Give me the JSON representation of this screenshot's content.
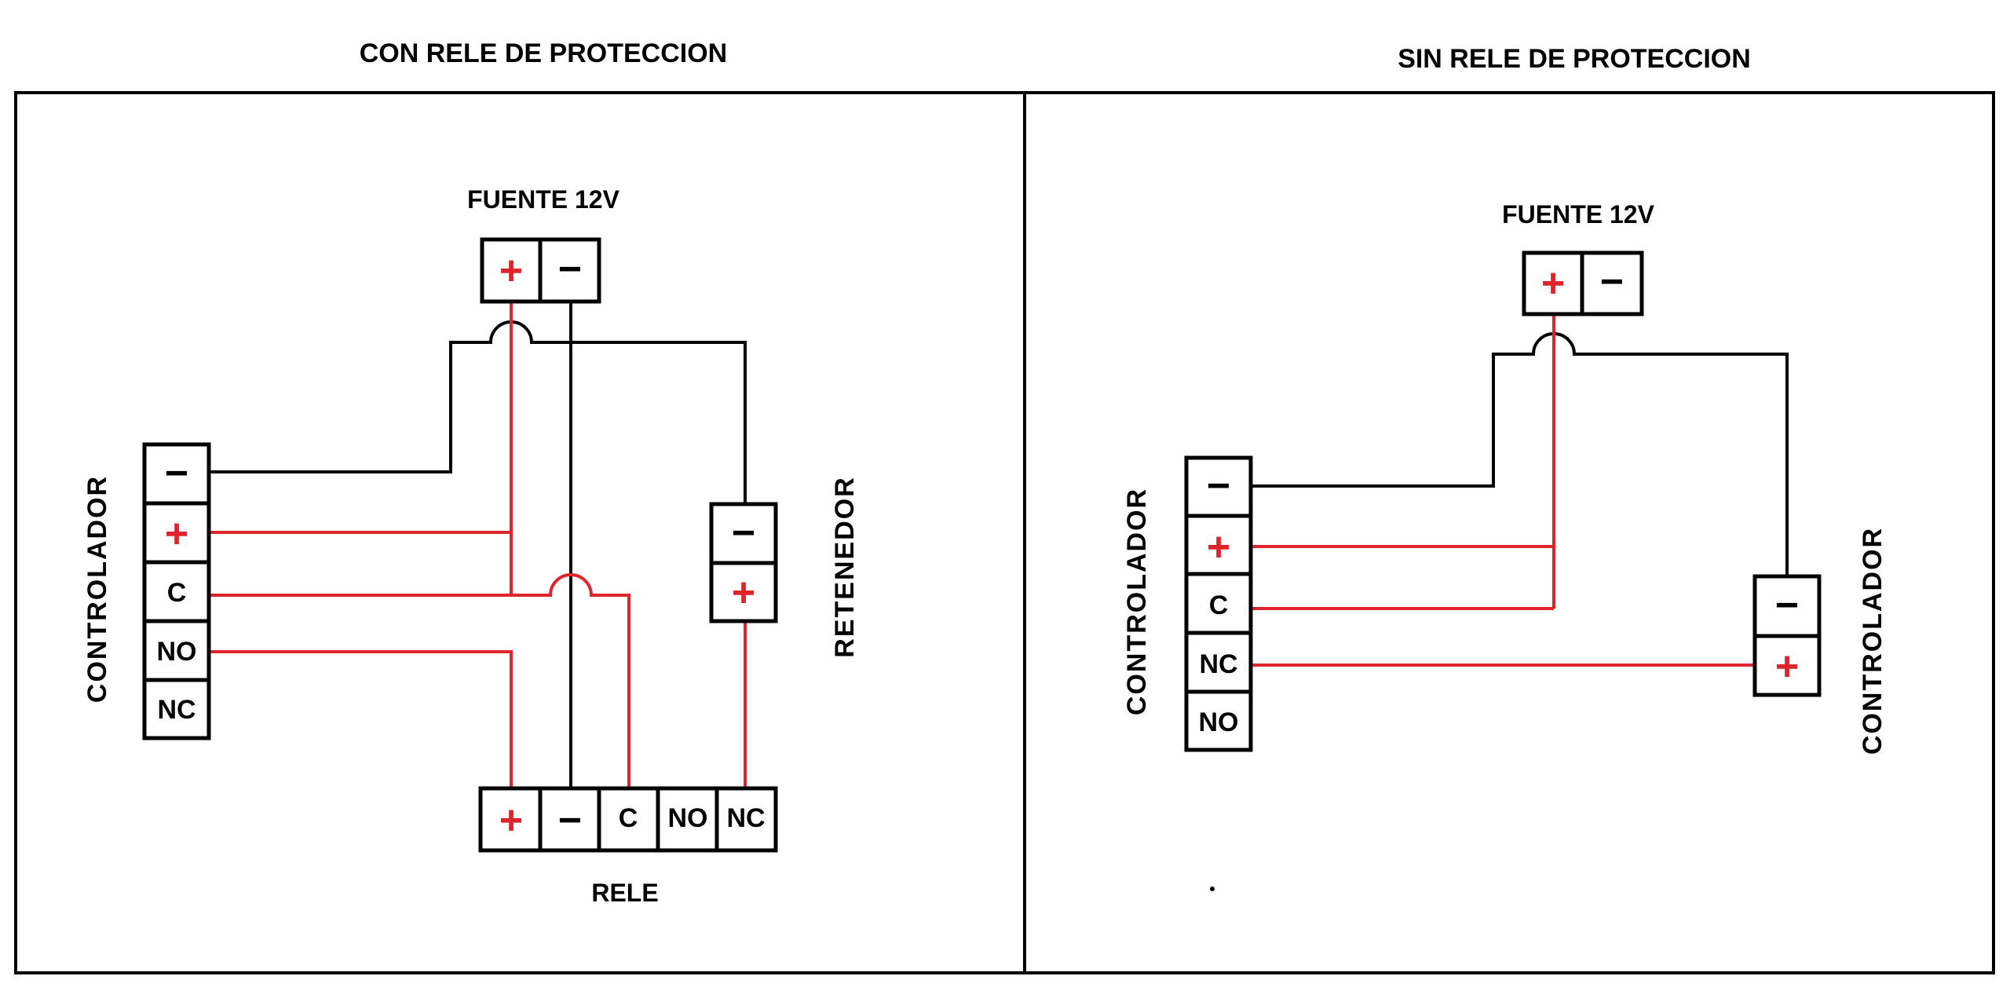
{
  "colors": {
    "positive": "#e0242c",
    "negative": "#000000",
    "background": "#ffffff"
  },
  "panels": [
    {
      "title": "CON RELE DE PROTECCION",
      "supply": {
        "label": "FUENTE 12V",
        "terminals": [
          "+",
          "−"
        ]
      },
      "controller": {
        "label": "CONTROLADOR",
        "terminals": [
          "−",
          "+",
          "C",
          "NO",
          "NC"
        ]
      },
      "retainer": {
        "label": "RETENEDOR",
        "terminals": [
          "−",
          "+"
        ]
      },
      "relay": {
        "label": "RELE",
        "terminals": [
          "+",
          "−",
          "C",
          "NO",
          "NC"
        ]
      }
    },
    {
      "title": "SIN RELE DE PROTECCION",
      "supply": {
        "label": "FUENTE 12V",
        "terminals": [
          "+",
          "−"
        ]
      },
      "controller": {
        "label": "CONTROLADOR",
        "terminals": [
          "−",
          "+",
          "C",
          "NC",
          "NO"
        ]
      },
      "device": {
        "label": "CONTROLADOR",
        "terminals": [
          "−",
          "+"
        ]
      }
    }
  ]
}
